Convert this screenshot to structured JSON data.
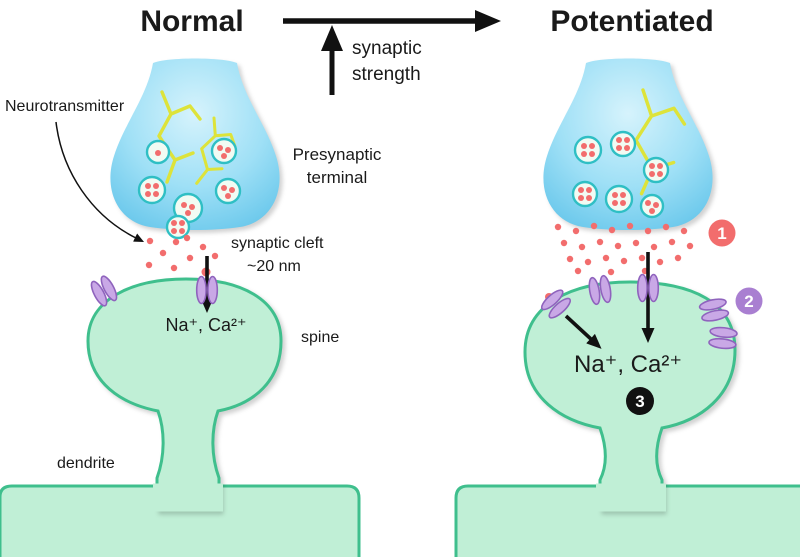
{
  "titles": {
    "left": "Normal",
    "right": "Potentiated"
  },
  "strength_label": {
    "line1": "synaptic",
    "line2": "strength"
  },
  "labels": {
    "neurotransmitter": "Neurotransmitter",
    "presynaptic1": "Presynaptic",
    "presynaptic2": "terminal",
    "cleft1": "synaptic cleft",
    "cleft2": "~20 nm",
    "ions_left": "Na⁺, Ca²⁺",
    "ions_right": "Na⁺, Ca²⁺",
    "spine": "spine",
    "dendrite": "dendrite"
  },
  "badges": {
    "b1": "1",
    "b2": "2",
    "b3": "3"
  },
  "colors": {
    "arrow_black": "#111111",
    "terminal_blue_light": "#d6f3fc",
    "terminal_blue": "#59c0e8",
    "vesicle_ring": "#2fbfc4",
    "vesicle_fill": "#f1fbf3",
    "neurotransmitter_dot": "#f26d6d",
    "green_fill": "#c0efd6",
    "green_stroke": "#3fbf8d",
    "receptor_fill": "#c9a8e6",
    "receptor_stroke": "#8f63bd",
    "filament_yellow": "#dde33a",
    "badge1": "#f26d6d",
    "badge2": "#a97fd1",
    "badge3": "#111111"
  }
}
